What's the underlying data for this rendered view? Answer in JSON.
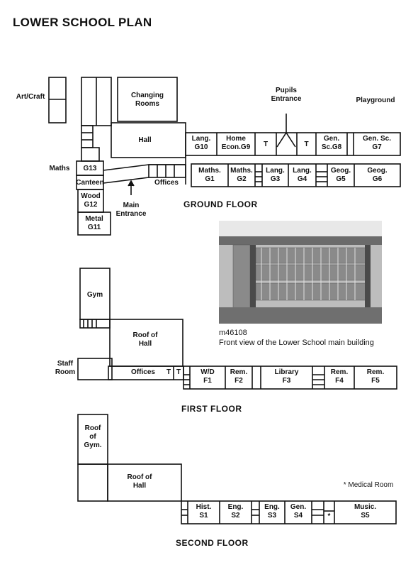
{
  "title": "LOWER SCHOOL PLAN",
  "floors": {
    "ground": "GROUND FLOOR",
    "first": "FIRST FLOOR",
    "second": "SECOND FLOOR"
  },
  "ground_labels": {
    "art_craft": "Art/Craft",
    "changing": "Changing\nRooms",
    "pupils_entrance": "Pupils\nEntrance",
    "playground": "Playground",
    "hall": "Hall",
    "lang_g10": "Lang.\nG10",
    "home_econ_g9": "Home\nEcon.G9",
    "t1": "T",
    "t2": "T",
    "gen_sc_g8": "Gen.\nSc.G8",
    "gen_sc_g7": "Gen. Sc.\nG7",
    "maths": "Maths",
    "g13": "G13",
    "canteen": "Canteen",
    "wood_g12": "Wood\nG12",
    "metal_g11": "Metal\nG11",
    "offices": "Offices",
    "main_entrance": "Main\nEntrance",
    "maths_g1": "Maths.\nG1",
    "maths_g2": "Maths.\nG2",
    "lang_g3": "Lang.\nG3",
    "lang_g4": "Lang.\nG4",
    "geog_g5": "Geog.\nG5",
    "geog_g6": "Geog.\nG6"
  },
  "first_labels": {
    "gym": "Gym",
    "roof_hall": "Roof of\nHall",
    "staff_room": "Staff\nRoom",
    "offices": "Offices",
    "t1": "T",
    "t2": "T",
    "wd_f1": "W/D\nF1",
    "rem_f2": "Rem.\nF2",
    "library_f3": "Library\nF3",
    "rem_f4": "Rem.\nF4",
    "rem_f5": "Rem.\nF5"
  },
  "second_labels": {
    "roof_gym": "Roof\nof\nGym.",
    "roof_hall": "Roof of\nHall",
    "medical_note": "* Medical Room",
    "hist_s1": "Hist.\nS1",
    "eng_s2": "Eng.\nS2",
    "eng_s3": "Eng.\nS3",
    "gen_s4": "Gen.\nS4",
    "star": "*",
    "music_s5": "Music.\nS5"
  },
  "photo": {
    "id": "m46108",
    "caption": "Front view of the Lower School main building"
  }
}
